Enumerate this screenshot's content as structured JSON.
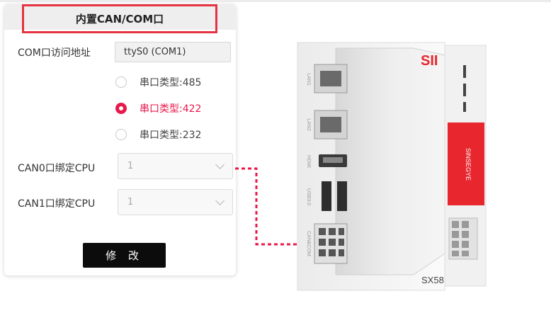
{
  "panel": {
    "title": "内置CAN/COM口",
    "com_label": "COM口访问地址",
    "com_value": "ttyS0 (COM1)",
    "radios": [
      {
        "label": "串口类型:485",
        "checked": false
      },
      {
        "label": "串口类型:422",
        "checked": true
      },
      {
        "label": "串口类型:232",
        "checked": false
      }
    ],
    "can0_label": "CAN0口绑定CPU",
    "can0_value": "1",
    "can1_label": "CAN1口绑定CPU",
    "can1_value": "1",
    "modify_label": "修 改"
  },
  "device": {
    "model": "SX58",
    "brand": "SINSEGYE",
    "port_labels": [
      "LAN1",
      "LAN2",
      "HDMI",
      "USB3.0",
      "CAN&COM"
    ]
  },
  "colors": {
    "accent": "#e8194a",
    "title_border": "#e63342",
    "button": "#0c0c0c",
    "brand_red": "#e8262e"
  }
}
